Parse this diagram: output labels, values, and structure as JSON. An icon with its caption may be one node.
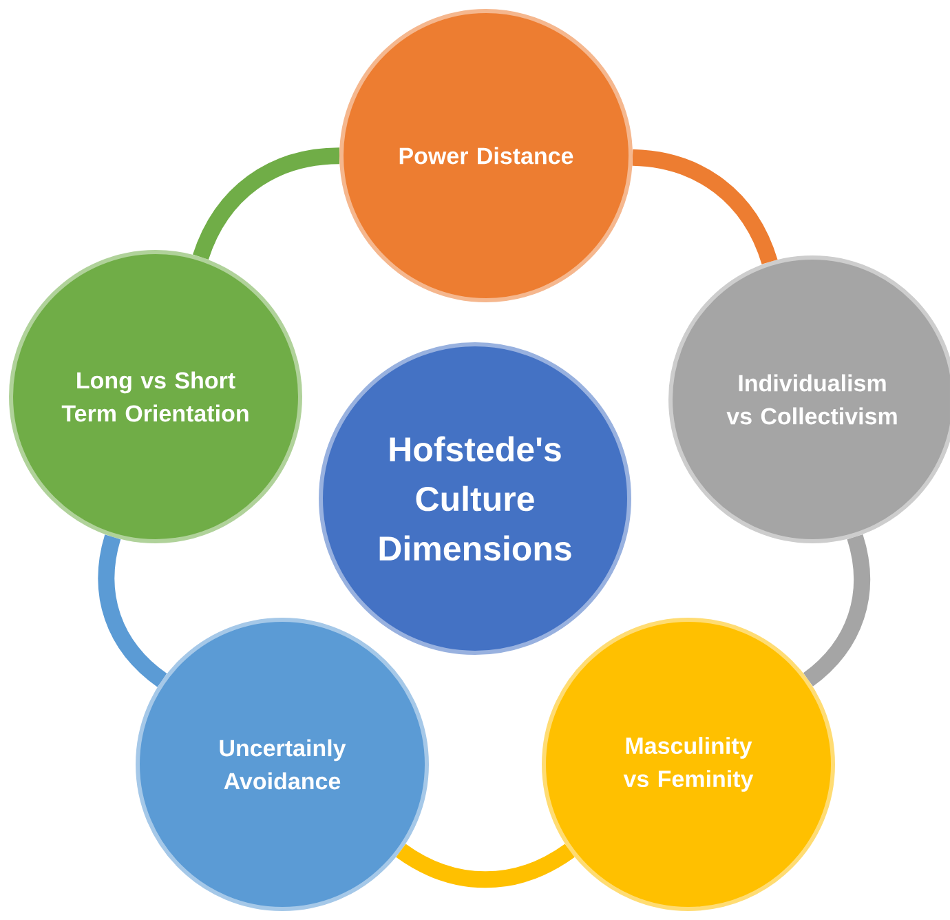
{
  "diagram": {
    "nodes": [
      {
        "text": [
          "Power Distance"
        ]
      },
      {
        "text": [
          "Long vs Short Term Orientation"
        ]
      },
      {
        "text": [
          "Individualism vs Collectivism"
        ]
      },
      {
        "text": [
          "Hofstede's Culture Dimensions"
        ]
      },
      {
        "text": [
          "Uncertainly Avoidance"
        ]
      },
      {
        "text": [
          "Masculinity vs Feminity"
        ]
      }
    ],
    "edges": [
      {
        "from": 0,
        "to": 2,
        "arrow": "none",
        "color": "#ed7d31"
      },
      {
        "from": 2,
        "to": 5,
        "arrow": "none",
        "color": "#a5a5a5"
      },
      {
        "from": 5,
        "to": 4,
        "arrow": "none",
        "color": "#ffc000"
      },
      {
        "from": 4,
        "to": 1,
        "arrow": "none",
        "color": "#5b9bd5"
      },
      {
        "from": 1,
        "to": 0,
        "arrow": "none",
        "color": "#70ad47"
      }
    ]
  }
}
